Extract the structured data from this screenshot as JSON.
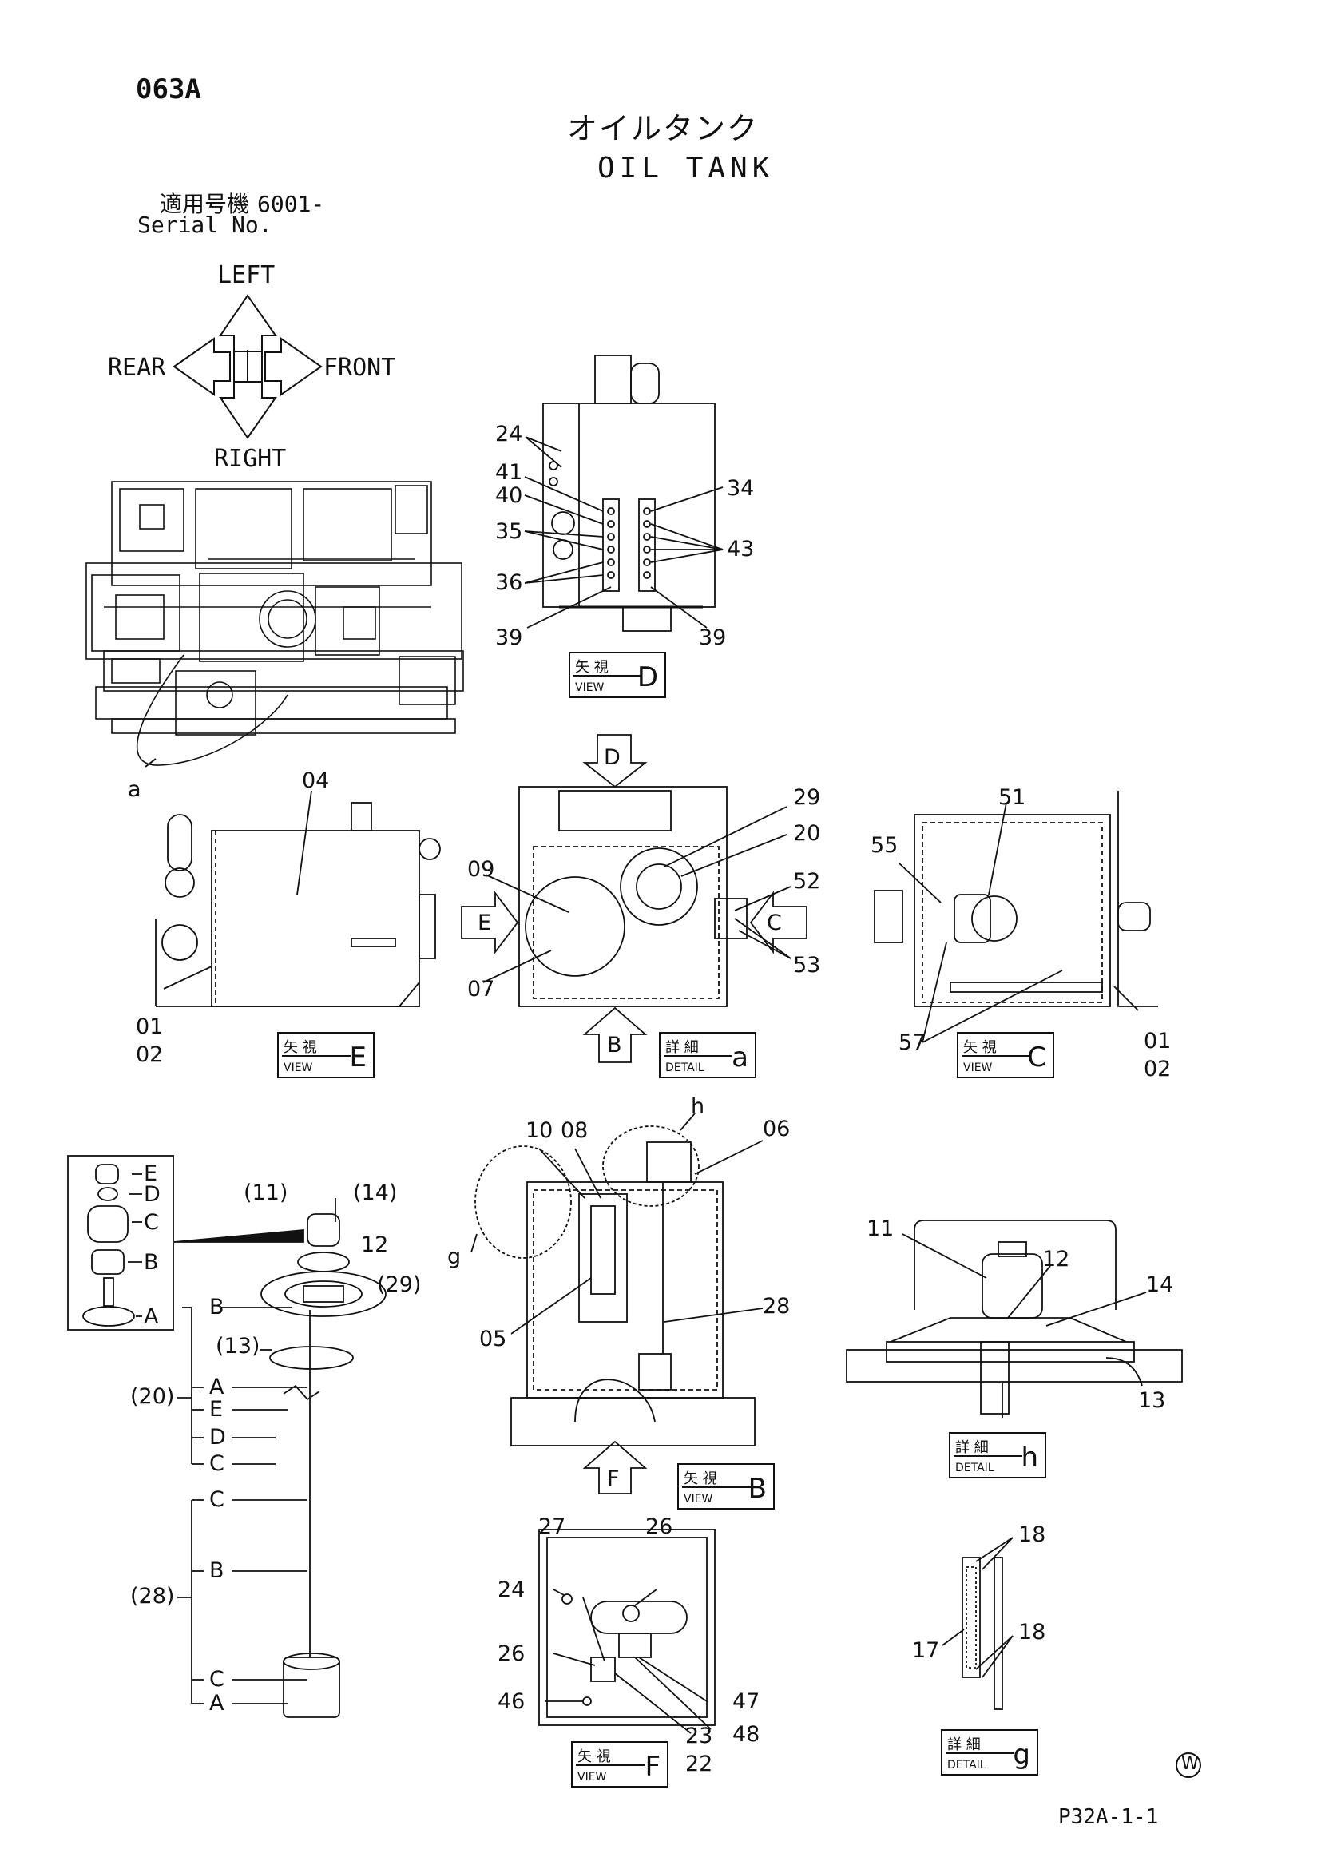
{
  "header": {
    "code": "063A",
    "title_jp": "オイルタンク",
    "title_en": "OIL TANK",
    "serial_label_jp": "適用号機",
    "serial_value": "6001-",
    "serial_label_en": "Serial No."
  },
  "directions": {
    "left": "LEFT",
    "right": "RIGHT",
    "rear": "REAR",
    "front": "FRONT"
  },
  "view_boxes": {
    "top_label_view": "矢 視",
    "top_label_detail": "詳 細",
    "bottom_view": "VIEW",
    "bottom_detail": "DETAIL",
    "D": "D",
    "E": "E",
    "C": "C",
    "B": "B",
    "F": "F",
    "a": "a",
    "h": "h",
    "g": "g"
  },
  "callouts": {
    "view_d": [
      "24",
      "41",
      "40",
      "35",
      "36",
      "39",
      "34",
      "43",
      "39"
    ],
    "view_e": [
      "04",
      "01",
      "02"
    ],
    "detail_a": [
      "29",
      "20",
      "09",
      "07",
      "52",
      "53"
    ],
    "view_c": [
      "51",
      "55",
      "57",
      "01",
      "02"
    ],
    "view_b": [
      "10",
      "08",
      "06",
      "h",
      "g",
      "05",
      "28"
    ],
    "exploded": [
      "(11)",
      "(14)",
      "12",
      "(29)",
      "(13)",
      "(20)",
      "(28)"
    ],
    "exploded_letters": [
      "E",
      "D",
      "C",
      "B",
      "A",
      "B",
      "A",
      "E",
      "D",
      "C",
      "C",
      "B",
      "C",
      "A"
    ],
    "detail_h": [
      "11",
      "12",
      "14",
      "13"
    ],
    "view_f": [
      "27",
      "26",
      "24",
      "26",
      "46",
      "23",
      "22",
      "47",
      "48"
    ],
    "detail_g": [
      "18",
      "17",
      "18"
    ],
    "misc": [
      "a",
      "D",
      "E",
      "C",
      "B",
      "F"
    ]
  },
  "footer": {
    "page_ref": "P32A-1-1",
    "mark": "W"
  }
}
